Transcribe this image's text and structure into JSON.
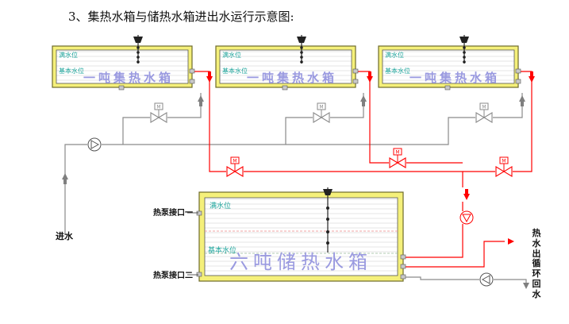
{
  "title": "3、集热水箱与储热水箱进出水运行示意图:",
  "collector_tanks": [
    {
      "name": "一吨集热水箱",
      "full_level_label": "满水位",
      "base_level_label": "基本水位"
    },
    {
      "name": "一吨集热水箱",
      "full_level_label": "满水位",
      "base_level_label": "基本水位"
    },
    {
      "name": "一吨集热水箱",
      "full_level_label": "满水位",
      "base_level_label": "基本水位"
    }
  ],
  "storage_tank": {
    "name": "六吨储热水箱",
    "full_level_label": "满水位",
    "base_level_label": "基本水位",
    "heat_pump_port_1": "热泵接口一",
    "heat_pump_port_2": "热泵接口二"
  },
  "labels": {
    "water_inlet": "进水",
    "hot_water_out": "热水出",
    "circulation_return": "循环回水"
  },
  "valve_label": "M",
  "colors": {
    "hot_water_pipe": "#ff0000",
    "cold_water_pipe": "#999999",
    "insulation": "#f5f07a",
    "insulation_border": "#6d6a2a",
    "tank_text": "#9a9ae0",
    "level_label": "#1fa59c",
    "arrow_gray": "#7f7f7f"
  }
}
